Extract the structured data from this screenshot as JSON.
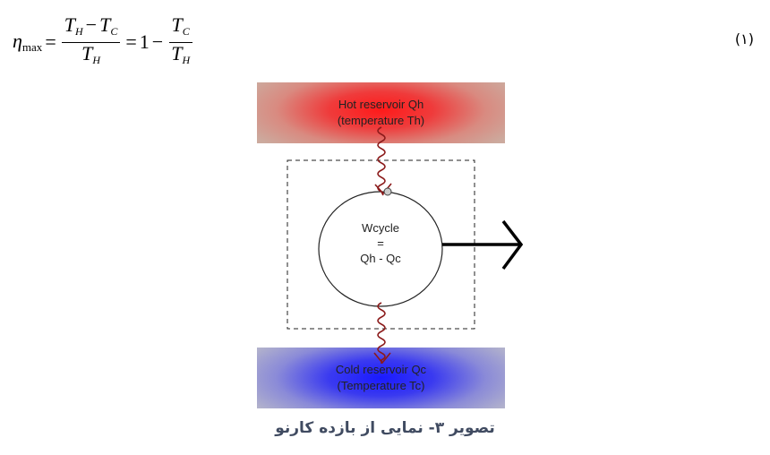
{
  "equation": {
    "eta": "η",
    "eta_sub": "max",
    "T": "T",
    "H": "H",
    "C": "C",
    "minus": "−",
    "equals": "=",
    "one": "1",
    "number": "(۱)"
  },
  "diagram": {
    "hot_reservoir": {
      "line1": "Hot reservoir Qh",
      "line2": "(temperature Th)"
    },
    "cold_reservoir": {
      "line1": "Cold reservoir Qc",
      "line2": "(Temperature Tc)"
    },
    "engine": {
      "line1": "Wcycle",
      "line2": "=",
      "line3": "Qh - Qc"
    },
    "colors": {
      "hot": "#ff1a1a",
      "cold": "#1a1aff",
      "heat_flow": "#8b1a1a",
      "caption": "#404b61"
    }
  },
  "caption": "تصویر ۳- نمایی از بازده کارنو"
}
